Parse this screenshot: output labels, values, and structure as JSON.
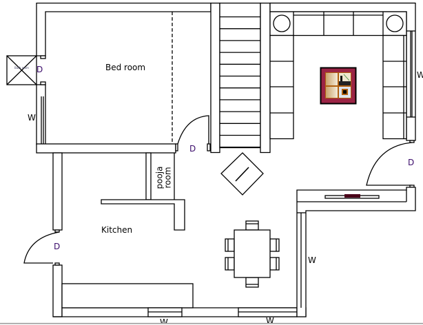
{
  "plan": {
    "rooms": {
      "bedroom": "Bed room",
      "bathroom": "Bath room",
      "kitchen": "Kitchen",
      "pooja_line1": "pooja",
      "pooja_line2": "room"
    },
    "door_label": "D",
    "window_label": "W"
  },
  "colors": {
    "rug": "#9b2445",
    "tv_bar": "#4a0019",
    "wood": "#b0600f"
  }
}
